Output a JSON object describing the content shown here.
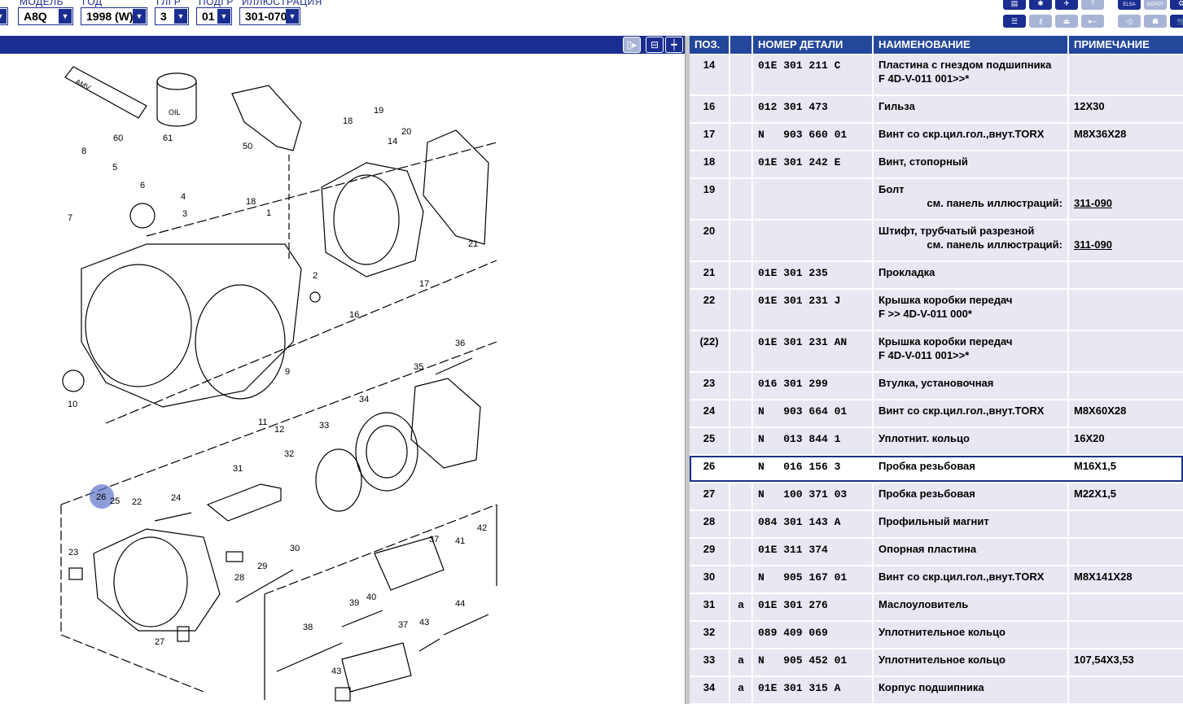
{
  "filters": [
    {
      "label": "МОДЕЛЬ",
      "value": "A8Q"
    },
    {
      "label": "ГОД",
      "value": "1998 (W)"
    },
    {
      "label": "ГЛГР",
      "value": "3"
    },
    {
      "label": "ПОДГР",
      "value": "01"
    },
    {
      "label": "ИЛЛЮСТРАЦИЯ",
      "value": "301-070"
    }
  ],
  "toolbar": {
    "elsa": "ELSA",
    "depot": "DEPOT"
  },
  "table": {
    "headers": {
      "pos": "ПОЗ.",
      "blank": "",
      "number": "НОМЕР ДЕТАЛИ",
      "name": "НАИМЕНОВАНИЕ",
      "note": "ПРИМЕЧАНИЕ"
    },
    "selected_pos": "26",
    "rows": [
      {
        "pos": "14",
        "mark": "",
        "number": "01E 301 211 C",
        "name": "Пластина с гнездом подшипника",
        "name2": "F 4D-V-011 001>>*",
        "note": ""
      },
      {
        "pos": "16",
        "mark": "",
        "number": "012 301 473",
        "name": "Гильза",
        "note": "12X30"
      },
      {
        "pos": "17",
        "mark": "",
        "number": "N   903 660 01",
        "name": "Винт со скр.цил.гол.,внут.TORX",
        "note": "M8X36X28"
      },
      {
        "pos": "18",
        "mark": "",
        "number": "01E 301 242 E",
        "name": "Винт, стопорный",
        "note": ""
      },
      {
        "pos": "19",
        "mark": "",
        "number": "",
        "name": "Болт",
        "ref_label": "см. панель иллюстраций:",
        "ref": "311-090",
        "note": ""
      },
      {
        "pos": "20",
        "mark": "",
        "number": "",
        "name": "Штифт, трубчатый разрезной",
        "ref_label": "см. панель иллюстраций:",
        "ref": "311-090",
        "note": ""
      },
      {
        "pos": "21",
        "mark": "",
        "number": "01E 301 235",
        "name": "Прокладка",
        "note": ""
      },
      {
        "pos": "22",
        "mark": "",
        "number": "01E 301 231 J",
        "name": "Крышка коробки передач",
        "name2": "F           >> 4D-V-011 000*",
        "note": ""
      },
      {
        "pos": "(22)",
        "mark": "",
        "number": "01E 301 231 AN",
        "name": "Крышка коробки передач",
        "name2": "F 4D-V-011 001>>*",
        "note": ""
      },
      {
        "pos": "23",
        "mark": "",
        "number": "016 301 299",
        "name": "Втулка, установочная",
        "note": ""
      },
      {
        "pos": "24",
        "mark": "",
        "number": "N   903 664 01",
        "name": "Винт со скр.цил.гол.,внут.TORX",
        "note": "M8X60X28"
      },
      {
        "pos": "25",
        "mark": "",
        "number": "N   013 844 1",
        "name": "Уплотнит. кольцо",
        "note": "16X20"
      },
      {
        "pos": "26",
        "mark": "",
        "number": "N   016 156 3",
        "name": "Пробка резьбовая",
        "note": "M16X1,5"
      },
      {
        "pos": "27",
        "mark": "",
        "number": "N   100 371 03",
        "name": "Пробка резьбовая",
        "note": "M22X1,5"
      },
      {
        "pos": "28",
        "mark": "",
        "number": "084 301 143 A",
        "name": "Профильный магнит",
        "note": ""
      },
      {
        "pos": "29",
        "mark": "",
        "number": "01E 311 374",
        "name": "Опорная пластина",
        "note": ""
      },
      {
        "pos": "30",
        "mark": "",
        "number": "N   905 167 01",
        "name": "Винт со скр.цил.гол.,внут.TORX",
        "note": "M8X141X28"
      },
      {
        "pos": "31",
        "mark": "a",
        "number": "01E 301 276",
        "name": "Маслоуловитель",
        "note": ""
      },
      {
        "pos": "32",
        "mark": "",
        "number": "089 409 069",
        "name": "Уплотнительное кольцо",
        "note": ""
      },
      {
        "pos": "33",
        "mark": "a",
        "number": "N   905 452 01",
        "name": "Уплотнительное кольцо",
        "note": "107,54X3,53"
      },
      {
        "pos": "34",
        "mark": "a",
        "number": "01E 301 315 A",
        "name": "Корпус подшипника",
        "note": ""
      }
    ]
  },
  "diagram": {
    "tube_label": "AMV",
    "oil_label": "OIL",
    "callouts": [
      "60",
      "61",
      "50",
      "8",
      "5",
      "6",
      "7",
      "4",
      "3",
      "18",
      "1",
      "18",
      "19",
      "14",
      "20",
      "21",
      "2",
      "17",
      "16",
      "9",
      "10",
      "11",
      "12",
      "36",
      "35",
      "34",
      "33",
      "32",
      "31",
      "26",
      "25",
      "22",
      "24",
      "23",
      "28",
      "29",
      "30",
      "37",
      "41",
      "42",
      "39",
      "40",
      "38",
      "37",
      "43",
      "44",
      "27",
      "43"
    ]
  }
}
